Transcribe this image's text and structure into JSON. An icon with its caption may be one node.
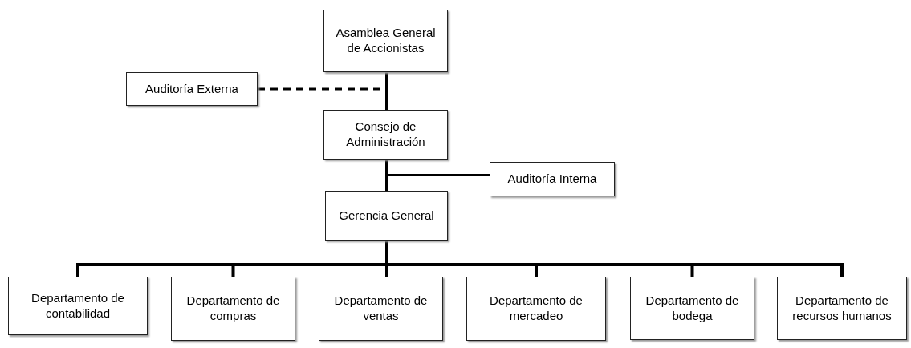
{
  "diagram": {
    "nodes": [
      {
        "text": [
          "Asamblea General de Accionistas"
        ]
      },
      {
        "text": [
          "Auditoría Externa"
        ]
      },
      {
        "text": [
          "Consejo de Administración"
        ]
      },
      {
        "text": [
          "Auditoría Interna"
        ]
      },
      {
        "text": [
          "Gerencia General"
        ]
      },
      {
        "text": [
          "Departamento de contabilidad"
        ]
      },
      {
        "text": [
          "Departamento de compras"
        ]
      },
      {
        "text": [
          "Departamento de ventas"
        ]
      },
      {
        "text": [
          "Departamento de mercadeo"
        ]
      },
      {
        "text": [
          "Departamento de bodega"
        ]
      },
      {
        "text": [
          "Departamento de recursos humanos"
        ]
      }
    ],
    "edges": [
      {
        "from": 0,
        "to": 2,
        "arrow": "none"
      },
      {
        "from": 1,
        "to": 0,
        "arrow": "none",
        "style": "dashed"
      },
      {
        "from": 2,
        "to": 4,
        "arrow": "none"
      },
      {
        "from": 2,
        "to": 3,
        "arrow": "none"
      },
      {
        "from": 4,
        "to": 5,
        "arrow": "none"
      },
      {
        "from": 4,
        "to": 6,
        "arrow": "none"
      },
      {
        "from": 4,
        "to": 7,
        "arrow": "none"
      },
      {
        "from": 4,
        "to": 8,
        "arrow": "none"
      },
      {
        "from": 4,
        "to": 9,
        "arrow": "none"
      },
      {
        "from": 4,
        "to": 10,
        "arrow": "none"
      }
    ]
  }
}
